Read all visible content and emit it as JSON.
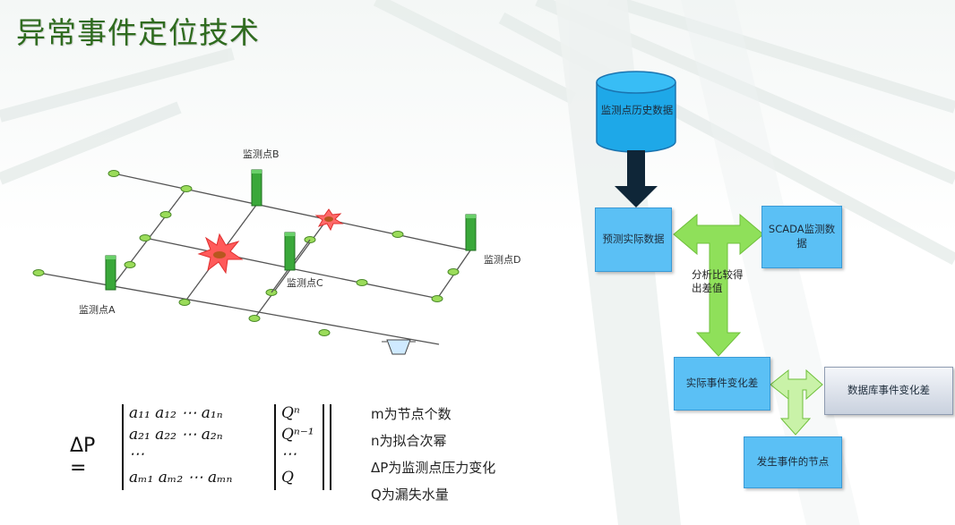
{
  "title": "异常事件定位技术",
  "network": {
    "labels": {
      "point_a": "监测点A",
      "point_b": "监测点B",
      "point_c": "监测点C",
      "point_d": "监测点D"
    }
  },
  "flow": {
    "db_history": "监测点历史数据",
    "predicted": "预测实际数据",
    "scada": "SCADA监测数据",
    "compare_note": "分析比较得出差值",
    "actual_diff": "实际事件变化差",
    "db_event": "数据库事件变化差",
    "event_node": "发生事件的节点"
  },
  "formula": {
    "lhs": "ΔP =",
    "row1": "a₁₁ a₁₂ ⋯ a₁ₙ",
    "row2": "a₂₁ a₂₂ ⋯ a₂ₙ",
    "row3": "⋯",
    "row4": "aₘ₁ aₘ₂ ⋯ aₘₙ",
    "q1": "Qⁿ",
    "q2": "Qⁿ⁻¹",
    "q3": "⋯",
    "q4": "Q"
  },
  "legend": {
    "m": "m为节点个数",
    "n": "n为拟合次幂",
    "dp": "ΔP为监测点压力变化",
    "q": "Q为漏失水量"
  },
  "colors": {
    "title": "#2f6b1f",
    "box": "#5bc0f5",
    "arrow_green": "#8fe05a",
    "arrow_dark": "#0f2638",
    "node": "#9bdc5a",
    "sensor": "#3aa83a",
    "burst": "#ff4a4a"
  }
}
